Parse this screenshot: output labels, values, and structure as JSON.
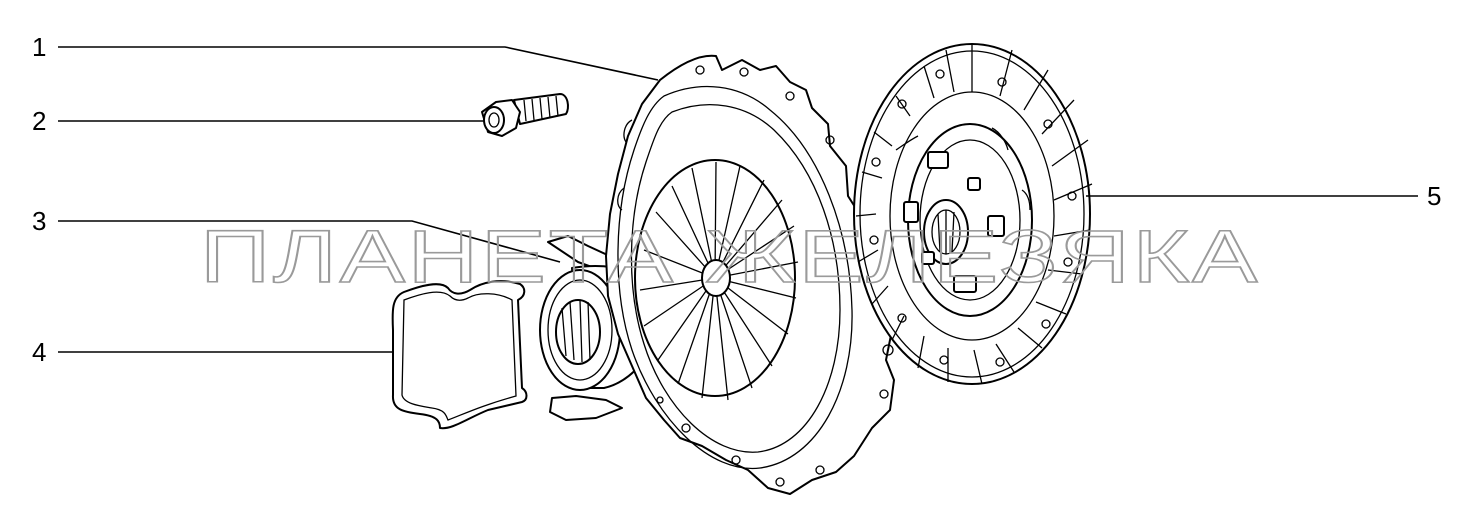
{
  "callouts": [
    {
      "id": "1",
      "label": "1"
    },
    {
      "id": "2",
      "label": "2"
    },
    {
      "id": "3",
      "label": "3"
    },
    {
      "id": "4",
      "label": "4"
    },
    {
      "id": "5",
      "label": "5"
    }
  ],
  "watermark": {
    "text": "ПЛАНЕТА ЖЕЛЕЗЯКА"
  },
  "colors": {
    "line": "#000000",
    "background": "#ffffff",
    "watermark": "#9a9a9a"
  }
}
